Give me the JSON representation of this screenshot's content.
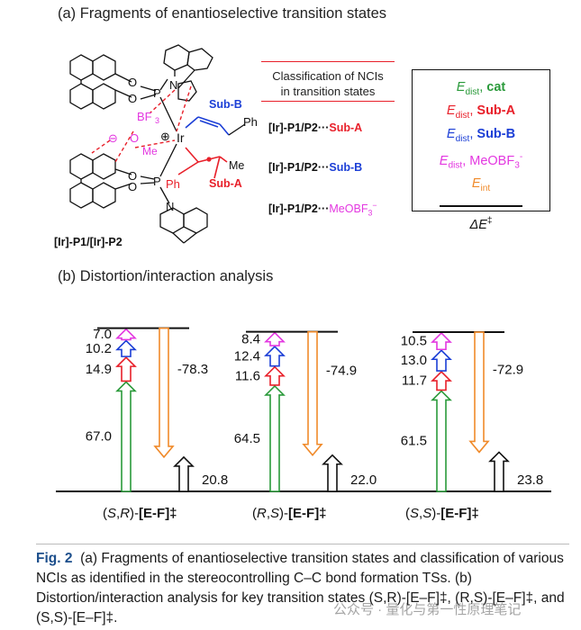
{
  "section_a": {
    "title": "(a) Fragments of enantioselective transition states"
  },
  "molecule": {
    "labels": {
      "n_top": "N",
      "o1": "O",
      "o2": "O",
      "p_top": "P",
      "bf3": "BF",
      "bf3_sub": "3",
      "minus": "⊖",
      "o_me": "O",
      "me": "Me",
      "plus": "⊕",
      "ir": "Ir",
      "sub_b": "Sub-B",
      "ph_top": "Ph",
      "o3": "O",
      "o4": "O",
      "p_bottom": "P",
      "ph_bottom": "Ph",
      "me_right": "Me",
      "sub_a": "Sub-A",
      "n_bottom": "N",
      "caption": "[Ir]-P1/[Ir]-P2"
    }
  },
  "ncis": {
    "title_line1": "Classification of NCIs",
    "title_line2": "in transition states",
    "rows": [
      {
        "prefix": "[Ir]-P1/P2",
        "dots": "···",
        "tail": "Sub-A",
        "color": "#e8202a"
      },
      {
        "prefix": "[Ir]-P1/P2",
        "dots": "···",
        "tail": "Sub-B",
        "color": "#1c3fd6"
      },
      {
        "prefix": "[Ir]-P1/P2",
        "dots": "···",
        "tail": "MeOBF",
        "tail_sub": "3",
        "tail_sup": "−",
        "color": "#e337e0"
      }
    ]
  },
  "legend": {
    "items": [
      {
        "e": "E",
        "sub": "dist",
        "sep": ",",
        "label": "cat",
        "color": "#2a9a3a",
        "bold": true
      },
      {
        "e": "E",
        "sub": "dist",
        "sep": ",",
        "label": "Sub-A",
        "color": "#e8202a",
        "bold": true
      },
      {
        "e": "E",
        "sub": "dist",
        "sep": ",",
        "label": "Sub-B",
        "color": "#1c3fd6",
        "bold": true
      },
      {
        "e": "E",
        "sub": "dist",
        "sep": ",",
        "label": "MeOBF",
        "label_sub": "3",
        "label_sup": "-",
        "color": "#e337e0",
        "bold": false
      },
      {
        "e": "E",
        "sub": "int",
        "sep": "",
        "label": "",
        "color": "#f08a2a",
        "bold": false
      }
    ],
    "delta": "ΔE",
    "delta_sup": "‡"
  },
  "section_b": {
    "title": "(b) Distortion/interaction analysis"
  },
  "chart_data": {
    "type": "bar",
    "categories": [
      "(S,R)-[E-F]‡",
      "(R,S)-[E-F]‡",
      "(S,S)-[E-F]‡"
    ],
    "category_parts": [
      {
        "open": "(",
        "c1": "S",
        "comma": ",",
        "c2": "R",
        "close": ")-",
        "bold": "[E-F]‡"
      },
      {
        "open": "(",
        "c1": "R",
        "comma": ",",
        "c2": "S",
        "close": ")-",
        "bold": "[E-F]‡"
      },
      {
        "open": "(",
        "c1": "S",
        "comma": ",",
        "c2": "S",
        "close": ")-",
        "bold": "[E-F]‡"
      }
    ],
    "series": [
      {
        "name": "Edist, cat",
        "color": "#2a9a3a",
        "values": [
          67.0,
          64.5,
          61.5
        ],
        "labels": [
          "67.0",
          "64.5",
          "61.5"
        ]
      },
      {
        "name": "Edist, Sub-A",
        "color": "#e8202a",
        "values": [
          14.9,
          11.6,
          11.7
        ],
        "labels": [
          "14.9",
          "11.6",
          "11.7"
        ]
      },
      {
        "name": "Edist, Sub-B",
        "color": "#1c3fd6",
        "values": [
          10.2,
          12.4,
          13.0
        ],
        "labels": [
          "10.2",
          "12.4",
          "13.0"
        ]
      },
      {
        "name": "Edist, MeOBF3-",
        "color": "#e337e0",
        "values": [
          7.0,
          8.4,
          10.5
        ],
        "labels": [
          "7.0",
          "8.4",
          "10.5"
        ]
      },
      {
        "name": "Eint",
        "color": "#f08a2a",
        "values": [
          -78.3,
          -74.9,
          -72.9
        ],
        "labels": [
          "-78.3",
          "-74.9",
          "-72.9"
        ]
      },
      {
        "name": "ΔE‡",
        "color": "#111111",
        "values": [
          20.8,
          22.0,
          23.8
        ],
        "labels": [
          "20.8",
          "22.0",
          "23.8"
        ]
      }
    ]
  },
  "caption": {
    "fig": "Fig. 2",
    "text": "(a) Fragments of enantioselective transition states and classification of various NCIs as identified in the stereocontrolling C–C bond formation TSs. (b) Distortion/interaction analysis for key transition states (S,R)-[E–F]‡, (R,S)-[E–F]‡, and (S,S)-[E–F]‡."
  },
  "watermark": {
    "text": "公众号 · 量化与第一性原理笔记"
  }
}
